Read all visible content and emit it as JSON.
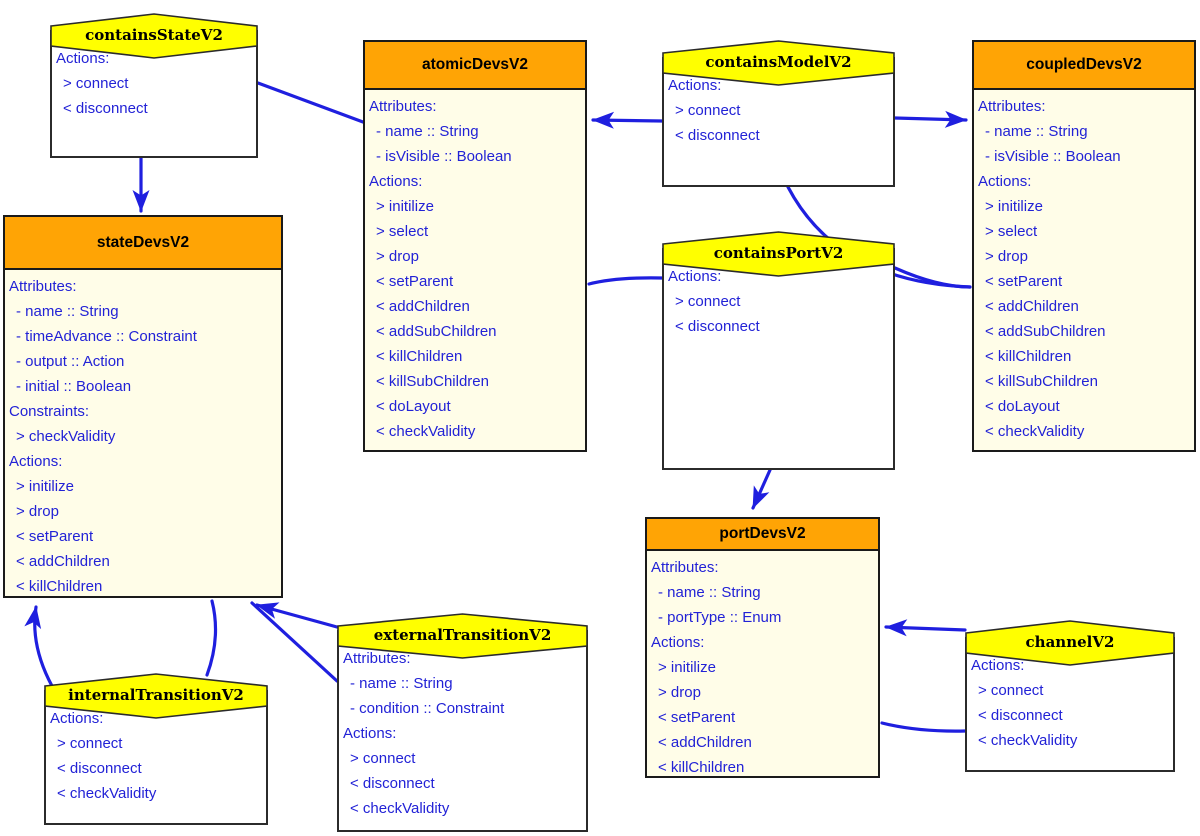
{
  "diagram": {
    "title": "DEVS metamodel diagram",
    "colors": {
      "entity_header": "#ffa405",
      "entity_body": "#fffde8",
      "relationship_header": "#ffff00",
      "relationship_body": "#ffffff",
      "text_blue": "#2222d6",
      "edge_blue": "#1f1fdf",
      "border": "#1a1a1a"
    },
    "nodes": [
      {
        "id": "containsStateV2",
        "kind": "relationship",
        "title": "containsStateV2",
        "rows": [
          "Actions:",
          "> connect",
          "< disconnect"
        ]
      },
      {
        "id": "atomicDevsV2",
        "kind": "entity",
        "title": "atomicDevsV2",
        "rows": [
          "Attributes:",
          "- name :: String",
          "- isVisible :: Boolean",
          "Actions:",
          "> initilize",
          "> select",
          "> drop",
          "< setParent",
          "< addChildren",
          "< addSubChildren",
          "< killChildren",
          "< killSubChildren",
          "< doLayout",
          "< checkValidity"
        ]
      },
      {
        "id": "containsModelV2",
        "kind": "relationship",
        "title": "containsModelV2",
        "rows": [
          "Actions:",
          "> connect",
          "< disconnect"
        ]
      },
      {
        "id": "coupledDevsV2",
        "kind": "entity",
        "title": "coupledDevsV2",
        "rows": [
          "Attributes:",
          "- name :: String",
          "- isVisible :: Boolean",
          "Actions:",
          "> initilize",
          "> select",
          "> drop",
          "< setParent",
          "< addChildren",
          "< addSubChildren",
          "< killChildren",
          "< killSubChildren",
          "< doLayout",
          "< checkValidity"
        ]
      },
      {
        "id": "stateDevsV2",
        "kind": "entity",
        "title": "stateDevsV2",
        "rows": [
          "Attributes:",
          "- name :: String",
          "- timeAdvance :: Constraint",
          "- output :: Action",
          "- initial :: Boolean",
          "Constraints:",
          "> checkValidity",
          "Actions:",
          "> initilize",
          "> drop",
          "< setParent",
          "< addChildren",
          "< killChildren"
        ]
      },
      {
        "id": "containsPortV2",
        "kind": "relationship",
        "title": "containsPortV2",
        "rows": [
          "Actions:",
          "> connect",
          "< disconnect"
        ]
      },
      {
        "id": "portDevsV2",
        "kind": "entity",
        "title": "portDevsV2",
        "rows": [
          "Attributes:",
          "- name :: String",
          "- portType :: Enum",
          "Actions:",
          "> initilize",
          "> drop",
          "< setParent",
          "< addChildren",
          "< killChildren"
        ]
      },
      {
        "id": "channelV2",
        "kind": "relationship",
        "title": "channelV2",
        "rows": [
          "Actions:",
          "> connect",
          "< disconnect",
          "< checkValidity"
        ]
      },
      {
        "id": "internalTransitionV2",
        "kind": "relationship",
        "title": "internalTransitionV2",
        "rows": [
          "Actions:",
          "> connect",
          "< disconnect",
          "< checkValidity"
        ]
      },
      {
        "id": "externalTransitionV2",
        "kind": "relationship",
        "title": "externalTransitionV2",
        "rows": [
          "Attributes:",
          "- name :: String",
          "- condition :: Constraint",
          "Actions:",
          "> connect",
          "< disconnect",
          "< checkValidity"
        ]
      }
    ],
    "edges": [
      {
        "from": "containsStateV2",
        "to": "atomicDevsV2",
        "arrow": false
      },
      {
        "from": "containsStateV2",
        "to": "stateDevsV2",
        "arrow": true
      },
      {
        "from": "containsModelV2",
        "to": "atomicDevsV2",
        "arrow": true
      },
      {
        "from": "containsModelV2",
        "to": "coupledDevsV2",
        "arrow": true
      },
      {
        "from": "containsModelV2",
        "to": "coupledDevsV2",
        "arrow": false
      },
      {
        "from": "containsPortV2",
        "to": "coupledDevsV2",
        "arrow": false
      },
      {
        "from": "containsPortV2",
        "to": "atomicDevsV2",
        "arrow": false
      },
      {
        "from": "containsPortV2",
        "to": "portDevsV2",
        "arrow": true
      },
      {
        "from": "channelV2",
        "to": "portDevsV2",
        "arrow": true
      },
      {
        "from": "channelV2",
        "to": "portDevsV2",
        "arrow": false
      },
      {
        "from": "internalTransitionV2",
        "to": "stateDevsV2",
        "arrow": true
      },
      {
        "from": "internalTransitionV2",
        "to": "stateDevsV2",
        "arrow": false
      },
      {
        "from": "externalTransitionV2",
        "to": "stateDevsV2",
        "arrow": true
      },
      {
        "from": "externalTransitionV2",
        "to": "stateDevsV2",
        "arrow": false
      }
    ]
  }
}
